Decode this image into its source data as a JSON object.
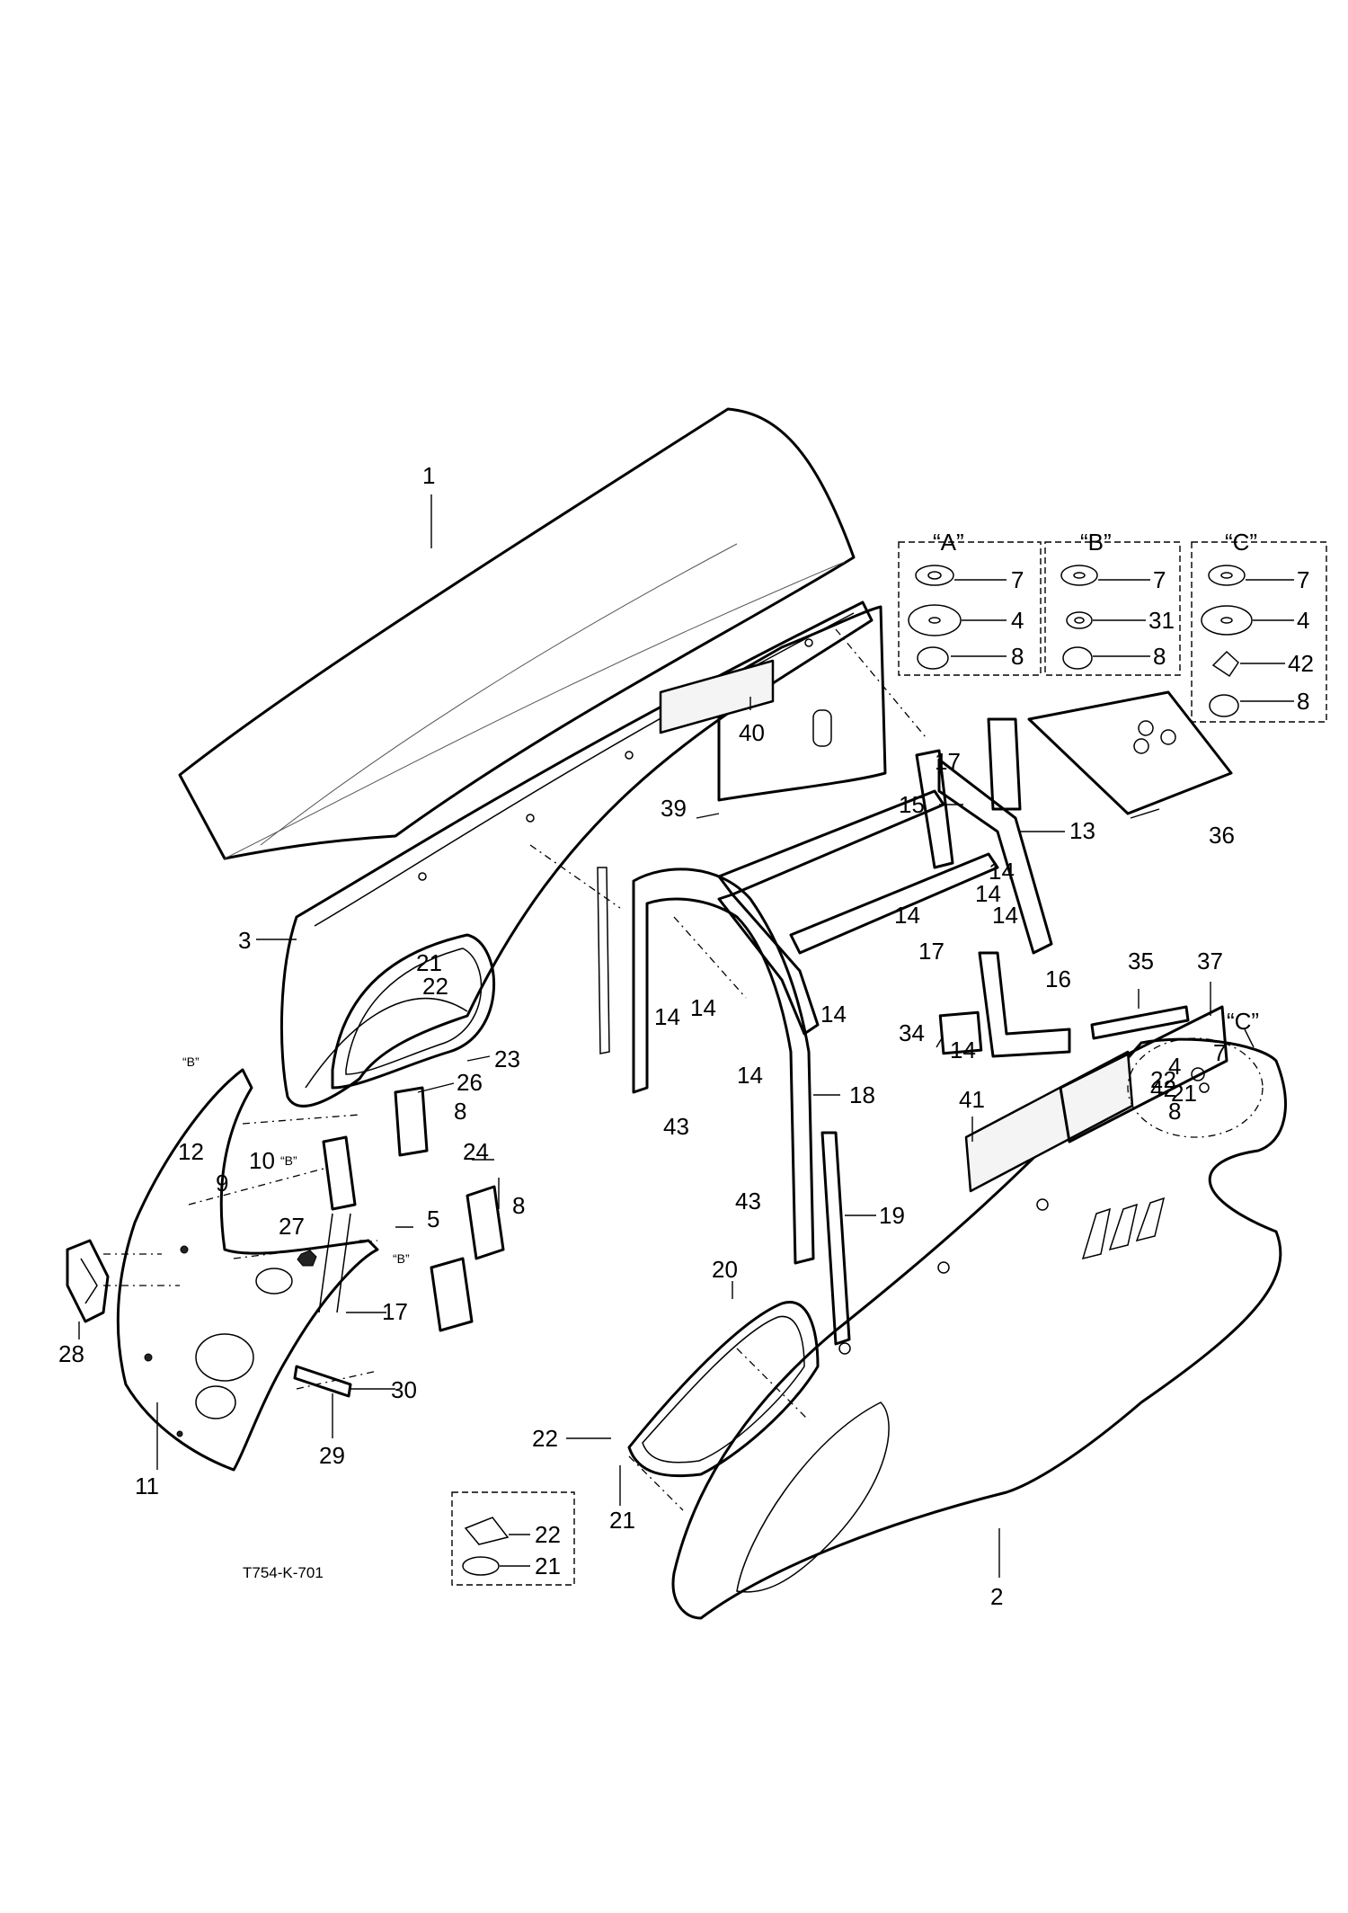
{
  "diagram": {
    "drawing_code": "T754-K-701",
    "callouts": [
      {
        "id": "c1",
        "text": "1"
      },
      {
        "id": "c2",
        "text": "2"
      },
      {
        "id": "c3",
        "text": "3"
      },
      {
        "id": "c4",
        "text": "4"
      },
      {
        "id": "c5",
        "text": "5"
      },
      {
        "id": "c7",
        "text": "7"
      },
      {
        "id": "c8a",
        "text": "8"
      },
      {
        "id": "c8b",
        "text": "8"
      },
      {
        "id": "c8c",
        "text": "8"
      },
      {
        "id": "c9",
        "text": "9"
      },
      {
        "id": "c10",
        "text": "10"
      },
      {
        "id": "c11",
        "text": "11"
      },
      {
        "id": "c12",
        "text": "12"
      },
      {
        "id": "c13",
        "text": "13"
      },
      {
        "id": "c14a",
        "text": "14"
      },
      {
        "id": "c14b",
        "text": "14"
      },
      {
        "id": "c14c",
        "text": "14"
      },
      {
        "id": "c14d",
        "text": "14"
      },
      {
        "id": "c14e",
        "text": "14"
      },
      {
        "id": "c14f",
        "text": "14"
      },
      {
        "id": "c14g",
        "text": "14"
      },
      {
        "id": "c14h",
        "text": "14"
      },
      {
        "id": "c14i",
        "text": "14"
      },
      {
        "id": "c15",
        "text": "15"
      },
      {
        "id": "c16",
        "text": "16"
      },
      {
        "id": "c17a",
        "text": "17"
      },
      {
        "id": "c17b",
        "text": "17"
      },
      {
        "id": "c17c",
        "text": "17"
      },
      {
        "id": "c18",
        "text": "18"
      },
      {
        "id": "c19",
        "text": "19"
      },
      {
        "id": "c20",
        "text": "20"
      },
      {
        "id": "c21a",
        "text": "21"
      },
      {
        "id": "c21b",
        "text": "21"
      },
      {
        "id": "c21c",
        "text": "21"
      },
      {
        "id": "c22a",
        "text": "22"
      },
      {
        "id": "c22b",
        "text": "22"
      },
      {
        "id": "c22c",
        "text": "22"
      },
      {
        "id": "c23",
        "text": "23"
      },
      {
        "id": "c24",
        "text": "24"
      },
      {
        "id": "c26",
        "text": "26"
      },
      {
        "id": "c27",
        "text": "27"
      },
      {
        "id": "c28",
        "text": "28"
      },
      {
        "id": "c29",
        "text": "29"
      },
      {
        "id": "c30",
        "text": "30"
      },
      {
        "id": "c34",
        "text": "34"
      },
      {
        "id": "c35",
        "text": "35"
      },
      {
        "id": "c36",
        "text": "36"
      },
      {
        "id": "c37",
        "text": "37"
      },
      {
        "id": "c39",
        "text": "39"
      },
      {
        "id": "c40",
        "text": "40"
      },
      {
        "id": "c41",
        "text": "41"
      },
      {
        "id": "c42",
        "text": "42"
      },
      {
        "id": "c43a",
        "text": "43"
      },
      {
        "id": "c43b",
        "text": "43"
      }
    ],
    "view_refs": [
      {
        "id": "vB1",
        "text": "“B”"
      },
      {
        "id": "vB2",
        "text": "“B”"
      },
      {
        "id": "vB3",
        "text": "“B”"
      },
      {
        "id": "vC",
        "text": "“C”"
      }
    ],
    "insets": [
      {
        "id": "A",
        "title": "“A”",
        "items": [
          "7",
          "4",
          "8"
        ]
      },
      {
        "id": "B",
        "title": "“B”",
        "items": [
          "7",
          "31",
          "8"
        ]
      },
      {
        "id": "C",
        "title": "“C”",
        "items": [
          "7",
          "4",
          "42",
          "8"
        ]
      }
    ],
    "hardware_inset": {
      "items": [
        "22",
        "21"
      ]
    }
  }
}
